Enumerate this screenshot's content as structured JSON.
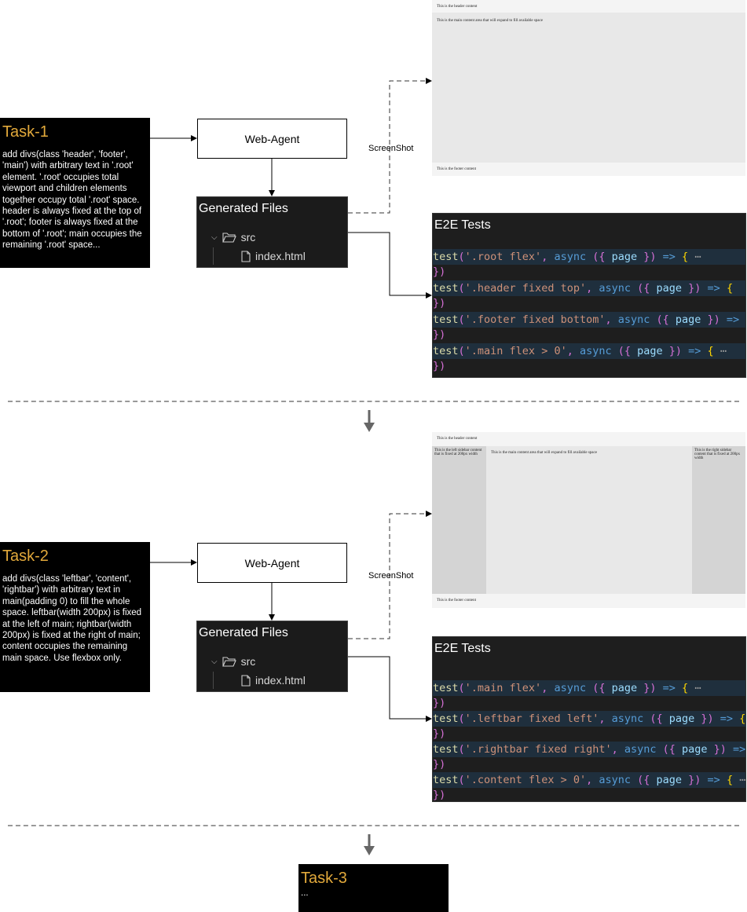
{
  "sections": [
    {
      "task": {
        "title": "Task-1",
        "body": "add divs(class 'header', 'footer', 'main') with arbitrary text in '.root' element. '.root' occupies total viewport and children elements together occupy total '.root' space. header is always fixed at the top of '.root'; footer is always fixed at the bottom of '.root'; main occupies the remaining '.root' space..."
      },
      "agent": "Web-Agent",
      "files": {
        "title": "Generated Files",
        "folder": "src",
        "file": "index.html"
      },
      "screenshot_label": "ScreenShot",
      "preview": {
        "header": "This is the header content",
        "main": "This is the main content area that will expand to fill available space",
        "footer": "This is the footer content"
      },
      "tests": {
        "title": "E2E Tests",
        "lines": [
          {
            "name": "'.root flex'",
            "tail": " ⋯"
          },
          {
            "name": "'.header fixed top'",
            "tail": ""
          },
          {
            "name": "'.footer fixed bottom'",
            "tail": ""
          },
          {
            "name": "'.main flex > 0'",
            "tail": " ⋯"
          }
        ]
      }
    },
    {
      "task": {
        "title": "Task-2",
        "body": "add divs(class 'leftbar', 'content', 'rightbar') with arbitrary text in main(padding 0) to fill the whole space. leftbar(width 200px) is fixed at the left of main; rightbar(width 200px) is fixed at the right of main; content occupies the remaining main space. Use flexbox only."
      },
      "agent": "Web-Agent",
      "files": {
        "title": "Generated Files",
        "folder": "src",
        "file": "index.html"
      },
      "screenshot_label": "ScreenShot",
      "preview": {
        "header": "This is the header content",
        "left": "This is the left sidebar content that is fixed at 200px width",
        "main": "This is the main content area that will expand to fill available space",
        "right": "This is the right sidebar content that is fixed at 200px width",
        "footer": "This is the footer content"
      },
      "tests": {
        "title": "E2E Tests",
        "lines": [
          {
            "name": "'.main flex'",
            "tail": " ⋯"
          },
          {
            "name": "'.leftbar fixed left'",
            "tail": ""
          },
          {
            "name": "'.rightbar fixed right'",
            "tail": ""
          },
          {
            "name": "'.content flex > 0'",
            "tail": " ⋯"
          }
        ]
      }
    }
  ],
  "task3": {
    "title": "Task-3",
    "body": "..."
  },
  "code_tokens": {
    "fn": "test",
    "open": "(",
    "comma": ", ",
    "async": "async",
    "args_open": " ({ ",
    "page": "page",
    "args_close": " })",
    "arrow": " =>",
    "brace": " {",
    "close": "})"
  },
  "colors": {
    "task_title": "#e2a93b",
    "code_fn": "#dcdcaa",
    "code_str": "#ce9178",
    "code_kw": "#569cd6",
    "code_paren": "#d670d6"
  }
}
